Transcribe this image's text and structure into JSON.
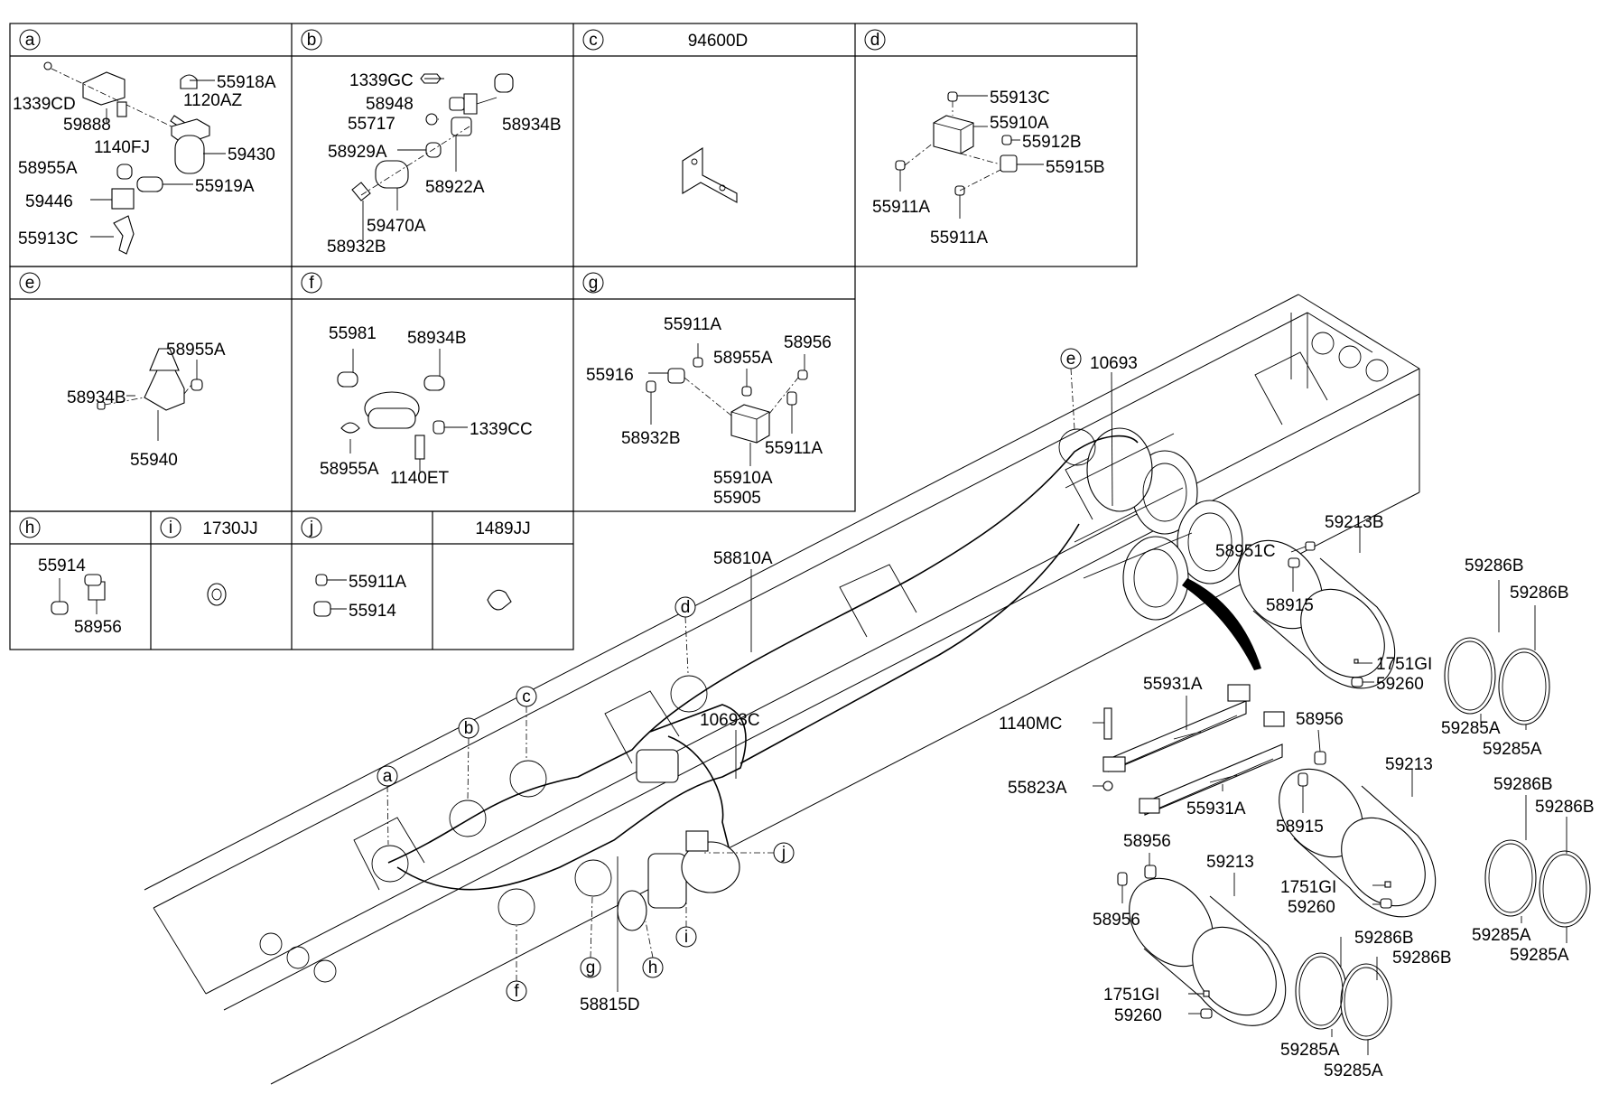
{
  "panels": [
    {
      "letter": "a",
      "title": "",
      "labels": [
        "55918A",
        "1339CD",
        "1120AZ",
        "59888",
        "1140FJ",
        "59430",
        "58955A",
        "55919A",
        "59446",
        "55913C"
      ]
    },
    {
      "letter": "b",
      "title": "",
      "labels": [
        "1339GC",
        "58948",
        "55717",
        "58934B",
        "58929A",
        "58922A",
        "59470A",
        "58932B"
      ]
    },
    {
      "letter": "c",
      "title": "94600D",
      "labels": []
    },
    {
      "letter": "d",
      "title": "",
      "labels": [
        "55913C",
        "55910A",
        "55912B",
        "55915B",
        "55911A",
        "55911A"
      ]
    },
    {
      "letter": "e",
      "title": "",
      "labels": [
        "58955A",
        "58934B",
        "55940"
      ]
    },
    {
      "letter": "f",
      "title": "",
      "labels": [
        "55981",
        "58934B",
        "1339CC",
        "58955A",
        "1140ET"
      ]
    },
    {
      "letter": "g",
      "title": "",
      "labels": [
        "55911A",
        "58956",
        "58955A",
        "55916",
        "58932B",
        "55911A",
        "55910A",
        "55905"
      ]
    },
    {
      "letter": "h",
      "title": "",
      "labels": [
        "55914",
        "58956"
      ]
    },
    {
      "letter": "i",
      "title": "1730JJ",
      "labels": []
    },
    {
      "letter": "j",
      "title": "",
      "labels": [
        "55911A",
        "55914"
      ]
    },
    {
      "letter": "",
      "title": "1489JJ",
      "labels": []
    }
  ],
  "main": {
    "callouts": [
      "e",
      "d",
      "c",
      "b",
      "a",
      "f",
      "g",
      "h",
      "i",
      "j"
    ],
    "labels": [
      "10693",
      "58810A",
      "10693C",
      "58815D"
    ]
  },
  "tanks": {
    "labels": [
      "59213B",
      "58951C",
      "58915",
      "1751GI",
      "59260",
      "59286B",
      "59286B",
      "59285A",
      "59285A",
      "55931A",
      "1140MC",
      "55823A",
      "55931A",
      "58956",
      "58915",
      "59213",
      "1751GI",
      "59260",
      "59286B",
      "59286B",
      "59285A",
      "59285A",
      "58956",
      "58956",
      "59213",
      "1751GI",
      "59260",
      "59286B",
      "59286B",
      "59285A",
      "59285A"
    ]
  }
}
